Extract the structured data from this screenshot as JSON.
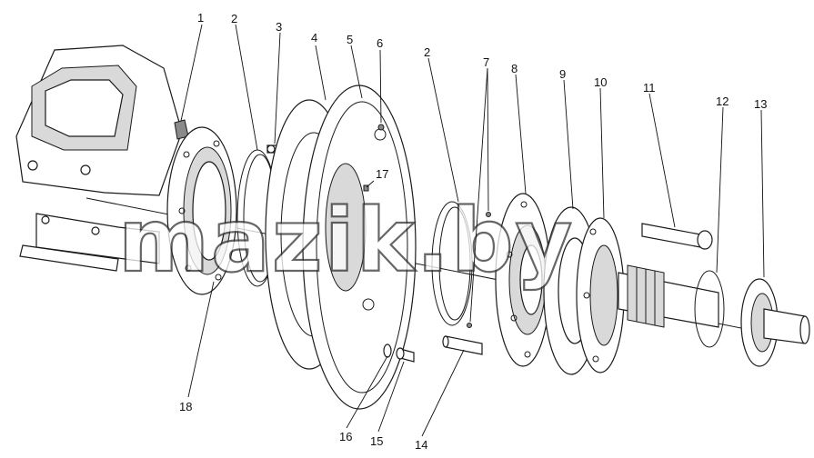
{
  "watermark": "mazik.by",
  "callouts": [
    "1",
    "2",
    "3",
    "4",
    "5",
    "6",
    "2",
    "7",
    "8",
    "9",
    "10",
    "11",
    "12",
    "13",
    "17",
    "18",
    "16",
    "15",
    "14"
  ],
  "colors": {
    "line": "#1a1a1a",
    "background": "#ffffff",
    "shade": "#d9d9d9"
  }
}
